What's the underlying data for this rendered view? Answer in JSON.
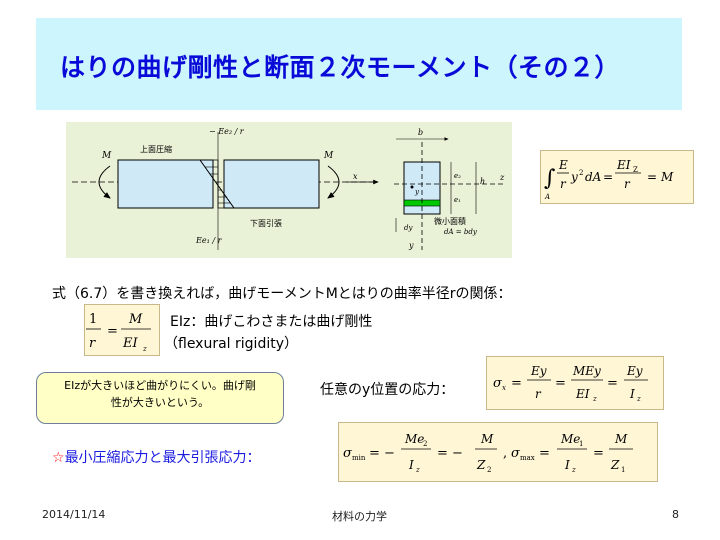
{
  "slide": {
    "title": "はりの曲げ剛性と断面２次モーメント（その２）",
    "diagram": {
      "top_strain": "− Ee₂ / r",
      "bottom_strain": "Ee₁ / r",
      "moment_left": "M",
      "moment_right": "M",
      "compression_label": "上面圧縮",
      "tension_label": "下面引張",
      "axis_x": "x",
      "axis_z": "z",
      "axis_y": "y",
      "width_b": "b",
      "height_h": "h",
      "e2": "e₂",
      "e1": "e₁",
      "y_small": "y",
      "dy": "dy",
      "element_area_label": "微小面積",
      "element_area_formula": "dA = bdy"
    },
    "sentence1": "式（6.7）を書き換えれば，曲げモーメントMとはりの曲率半径rの関係：",
    "rigidity_line1": "EIz：曲げこわさまたは曲げ剛性",
    "rigidity_line2": "（flexural   rigidity）",
    "callout_line1": "EIzが大きいほど曲がりにくい。曲げ剛",
    "callout_line2": "性が大きいという。",
    "stress_label": "任意のy位置の応力：",
    "max_min_label": "☆最小圧縮応力と最大引張応力：",
    "footer": {
      "date": "2014/11/14",
      "course": "材料の力学",
      "page": "8"
    },
    "colors": {
      "title": "#0a0ad8",
      "title_band": "#ccf5fd",
      "diagram_bg": "#e9f2d6",
      "equation_bg": "#fff6d6",
      "highlight_text": "#1a1ae0",
      "star": "#ff0000",
      "section_strip": "#00c800"
    }
  }
}
